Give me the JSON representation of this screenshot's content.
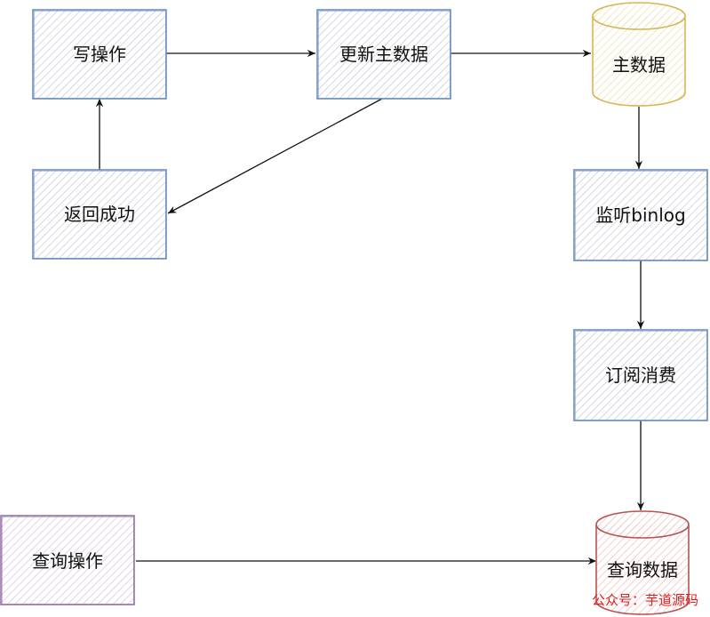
{
  "diagram": {
    "nodes": {
      "write_op": "写操作",
      "update_master": "更新主数据",
      "master_db": "主数据",
      "return_success": "返回成功",
      "listen_binlog": "监听binlog",
      "subscribe_consume": "订阅消费",
      "query_op": "查询操作",
      "query_db": "查询数据"
    },
    "watermark": "公众号：芋道源码"
  },
  "colors": {
    "box_border": "#6c8ebf",
    "box_hatch": "#c9ced8",
    "master_db_border": "#d6b656",
    "master_db_hatch": "#efe3b4",
    "query_db_border": "#b85450",
    "query_db_hatch": "#f0c4c4",
    "query_box_border": "#9673a6",
    "query_box_hatch": "#d8c8e0",
    "arrow": "#111111",
    "watermark": "#e02020"
  }
}
